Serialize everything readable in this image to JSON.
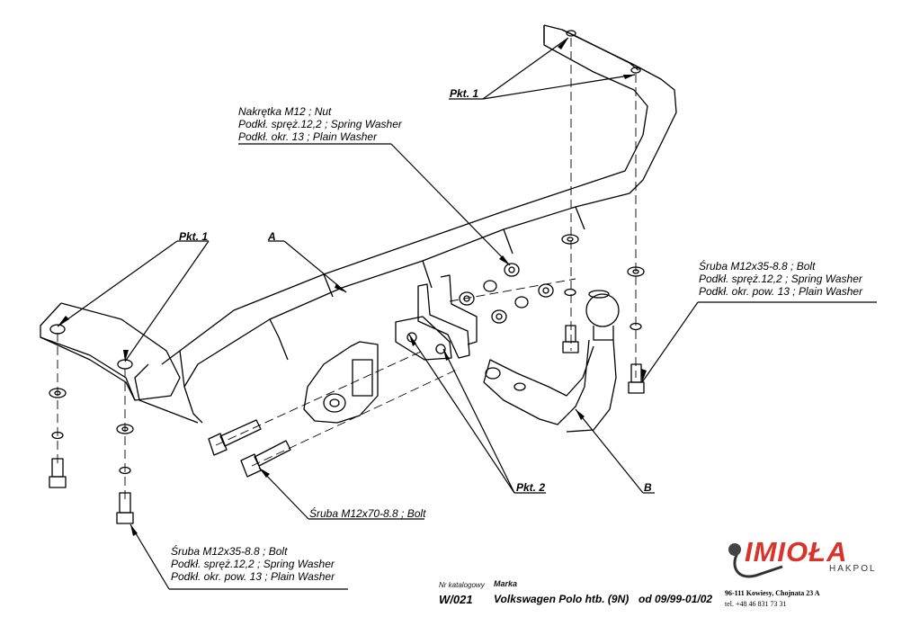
{
  "labels": {
    "nut_group": [
      "Nakrętka  M12 ; Nut",
      "Podkł. spręż.12,2 ; Spring Washer",
      "Podkł. okr. 13 ; Plain Washer"
    ],
    "bolt_right": [
      "Śruba M12x35-8.8 ;  Bolt",
      "Podkł. spręż.12,2 ; Spring Washer",
      "Podkł. okr. pow. 13 ; Plain Washer"
    ],
    "bolt_left": [
      "Śruba M12x35-8.8 ;  Bolt",
      "Podkł. spręż.12,2 ; Spring Washer",
      "Podkł. okr. pow. 13 ; Plain Washer"
    ],
    "bolt_long": "Śruba M12x70-8.8 ;  Bolt",
    "pkt1_top": "Pkt. 1",
    "pkt1_left": "Pkt. 1",
    "pkt2": "Pkt. 2",
    "part_a": "A",
    "part_b": "B"
  },
  "footer": {
    "catalog_label": "Nr katalogowy",
    "brand_label": "Marka",
    "catalog_number": "W/021",
    "vehicle": "Volkswagen Polo htb. (9N)",
    "years": "od  09/99-01/02",
    "address": "96-111 Kowiesy, Chojnata 23 A",
    "phone": "tel. +48 46 831 73 31"
  },
  "logo": {
    "name": "IMIOŁA",
    "sub": "HAKPOL",
    "accent": "#d9342b"
  }
}
